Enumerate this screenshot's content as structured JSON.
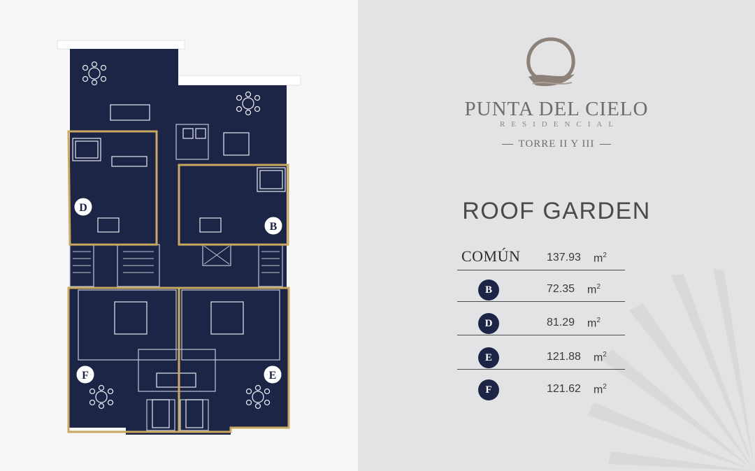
{
  "brand": {
    "name": "PUNTA DEL CIELO",
    "sub": "RESIDENCIAL",
    "tower": "TORRE II Y III"
  },
  "title": "ROOF GARDEN",
  "areas": [
    {
      "label": "COMÚN",
      "value": "137.93",
      "unit": "m",
      "sup": "2"
    },
    {
      "label": "B",
      "value": "72.35",
      "unit": "m",
      "sup": "2"
    },
    {
      "label": "D",
      "value": "81.29",
      "unit": "m",
      "sup": "2"
    },
    {
      "label": "E",
      "value": "121.88",
      "unit": "m",
      "sup": "2"
    },
    {
      "label": "F",
      "value": "121.62",
      "unit": "m",
      "sup": "2"
    }
  ],
  "plan_units": [
    "D",
    "B",
    "F",
    "E"
  ],
  "colors": {
    "floor": "#1c2545",
    "outline": "#c9a860",
    "text": "#4a4a4c",
    "badge": "#1c2545"
  }
}
